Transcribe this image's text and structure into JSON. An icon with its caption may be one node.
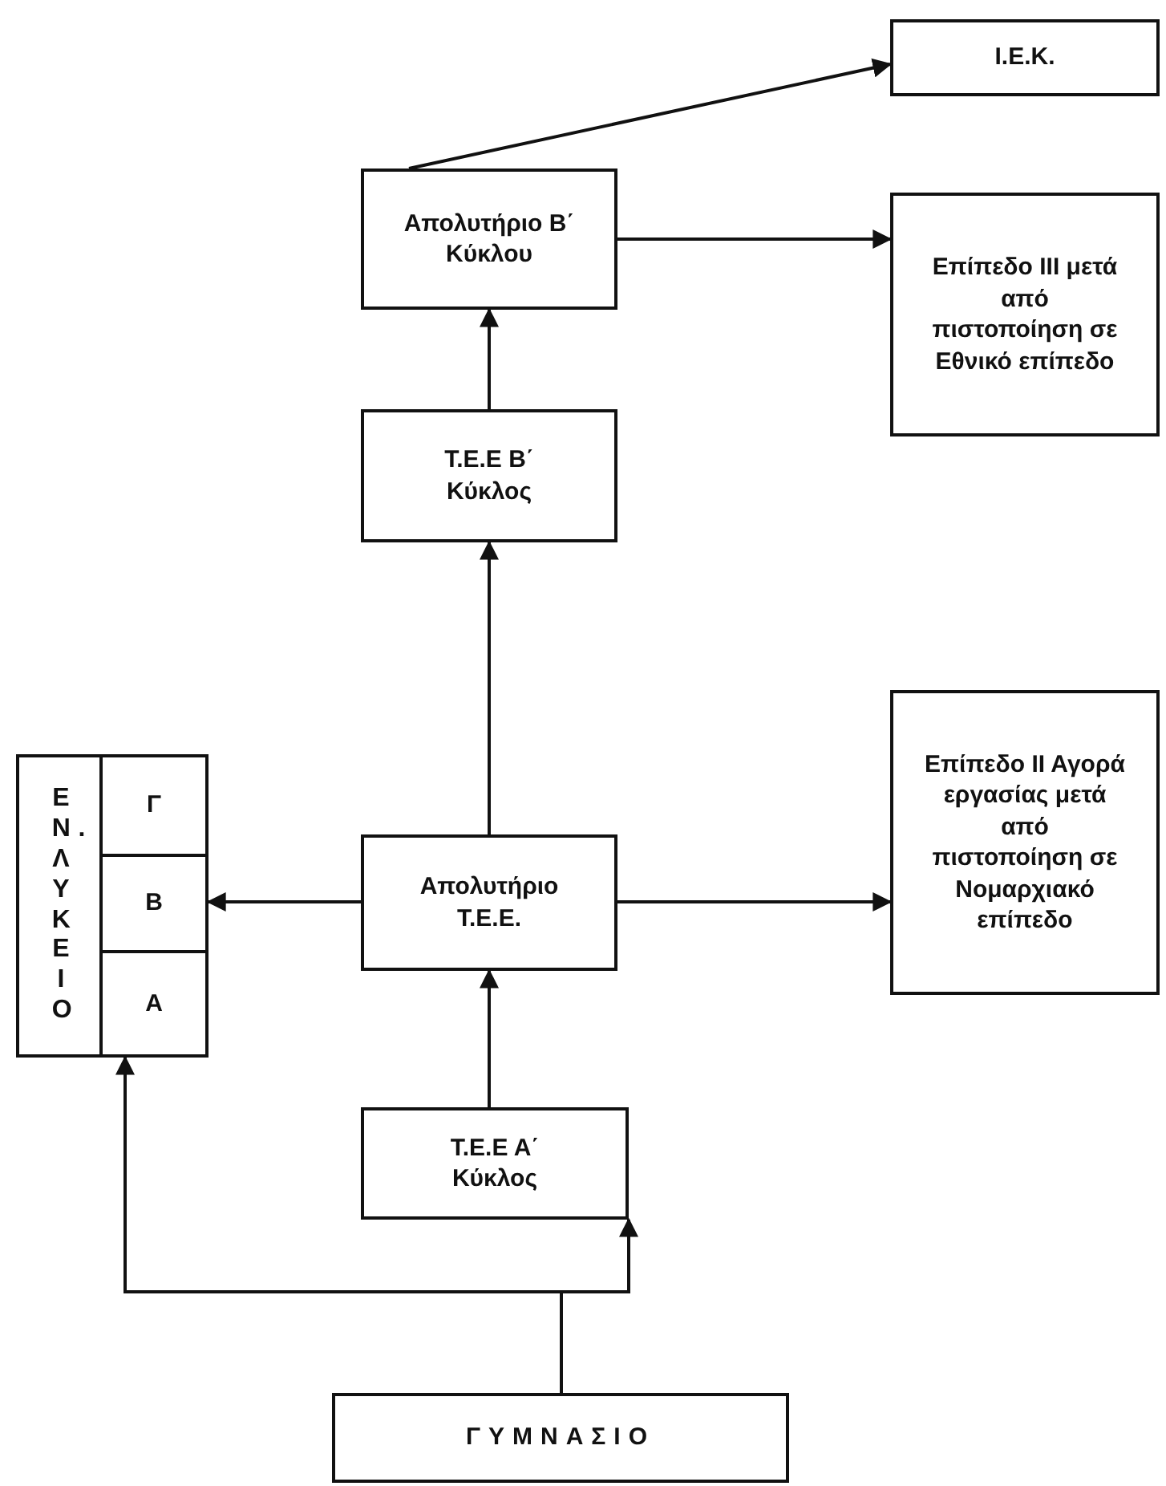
{
  "diagram": {
    "nodes": [
      {
        "text": [
          "Ι.Ε.Κ."
        ]
      },
      {
        "text": [
          "Απολυτήριο Β΄ Κύκλου"
        ]
      },
      {
        "text": [
          "Επίπεδο ΙΙΙ μετά από πιστοποίηση σε Εθνικό επίπεδο"
        ]
      },
      {
        "text": [
          "Τ.Ε.Ε Β΄ Κύκλος"
        ]
      },
      {
        "text": [
          "ΕΝ. ΛΥΚΕΙΟ"
        ]
      },
      {
        "text": [
          "Γ"
        ],
        "in": 4
      },
      {
        "text": [
          "Β"
        ],
        "in": 4
      },
      {
        "text": [
          "Α"
        ],
        "in": 4
      },
      {
        "text": [
          "Απολυτήριο Τ.Ε.Ε."
        ]
      },
      {
        "text": [
          "Επίπεδο ΙΙ Αγορά εργασίας μετά από πιστοποίηση σε Νομαρχιακό επίπεδο"
        ]
      },
      {
        "text": [
          "Τ.Ε.Ε Α΄ Κύκλος"
        ]
      },
      {
        "text": [
          "ΓΥΜΝΑΣΙΟ"
        ]
      }
    ],
    "edges": [
      {
        "from": 1,
        "to": 0,
        "arrow": "to"
      },
      {
        "from": 1,
        "to": 2,
        "arrow": "to"
      },
      {
        "from": 3,
        "to": 1,
        "arrow": "to"
      },
      {
        "from": 8,
        "to": 3,
        "arrow": "to"
      },
      {
        "from": 8,
        "to": 4,
        "arrow": "to"
      },
      {
        "from": 8,
        "to": 9,
        "arrow": "to"
      },
      {
        "from": 10,
        "to": 8,
        "arrow": "to"
      },
      {
        "from": 11,
        "to": 4,
        "arrow": "to"
      },
      {
        "from": 11,
        "to": 10,
        "arrow": "to"
      }
    ]
  }
}
